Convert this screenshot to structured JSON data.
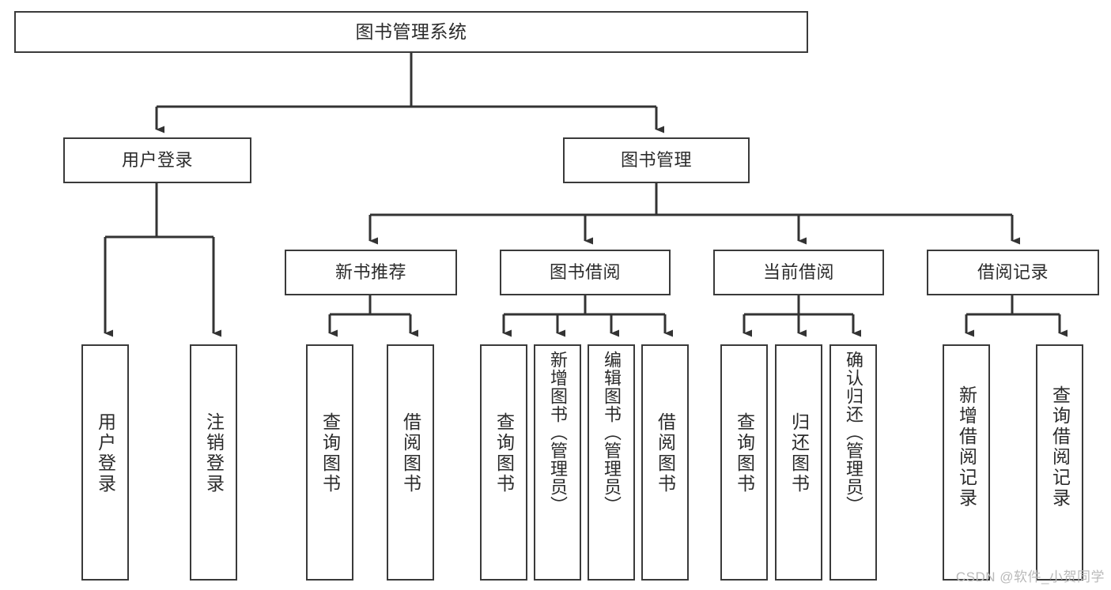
{
  "diagram": {
    "title": "图书管理系统",
    "watermark": "CSDN @软件_小贺同学",
    "colors": {
      "box_border": "#3a3a3a",
      "box_fill": "#ffffff",
      "text": "#2b2b2b",
      "connector": "#333333",
      "watermark": "#b9b9b9",
      "background": "#ffffff"
    },
    "root": {
      "label": "图书管理系统"
    },
    "level1": [
      {
        "label": "用户登录"
      },
      {
        "label": "图书管理"
      }
    ],
    "level2": [
      {
        "label": "新书推荐"
      },
      {
        "label": "图书借阅"
      },
      {
        "label": "当前借阅"
      },
      {
        "label": "借阅记录"
      }
    ],
    "leaves": {
      "user_login": [
        {
          "label": "用户登录"
        },
        {
          "label": "注销登录"
        }
      ],
      "new_book_recommend": [
        {
          "label": "查询图书"
        },
        {
          "label": "借阅图书"
        }
      ],
      "book_borrow": [
        {
          "label": "查询图书"
        },
        {
          "label": "新增图书（管理员）"
        },
        {
          "label": "编辑图书（管理员）"
        },
        {
          "label": "借阅图书"
        }
      ],
      "current_borrow": [
        {
          "label": "查询图书"
        },
        {
          "label": "归还图书"
        },
        {
          "label": "确认归还（管理员）"
        }
      ],
      "borrow_records": [
        {
          "label": "新增借阅记录"
        },
        {
          "label": "查询借阅记录"
        }
      ]
    }
  }
}
